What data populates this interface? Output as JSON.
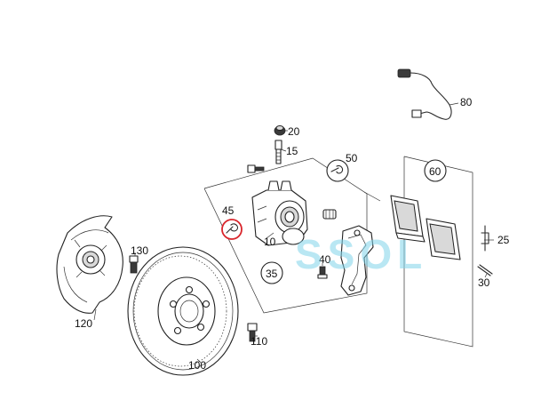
{
  "parts": {
    "p10": "10",
    "p15": "15",
    "p20": "20",
    "p25": "25",
    "p30": "30",
    "p35": "35",
    "p40": "40",
    "p45": "45",
    "p50": "50",
    "p60": "60",
    "p80": "80",
    "p100": "100",
    "p110": "110",
    "p120": "120",
    "p130": "130"
  },
  "watermark": "SSOL",
  "highlight_color": "#d9262c",
  "watermark_color": "#7fd3ea"
}
